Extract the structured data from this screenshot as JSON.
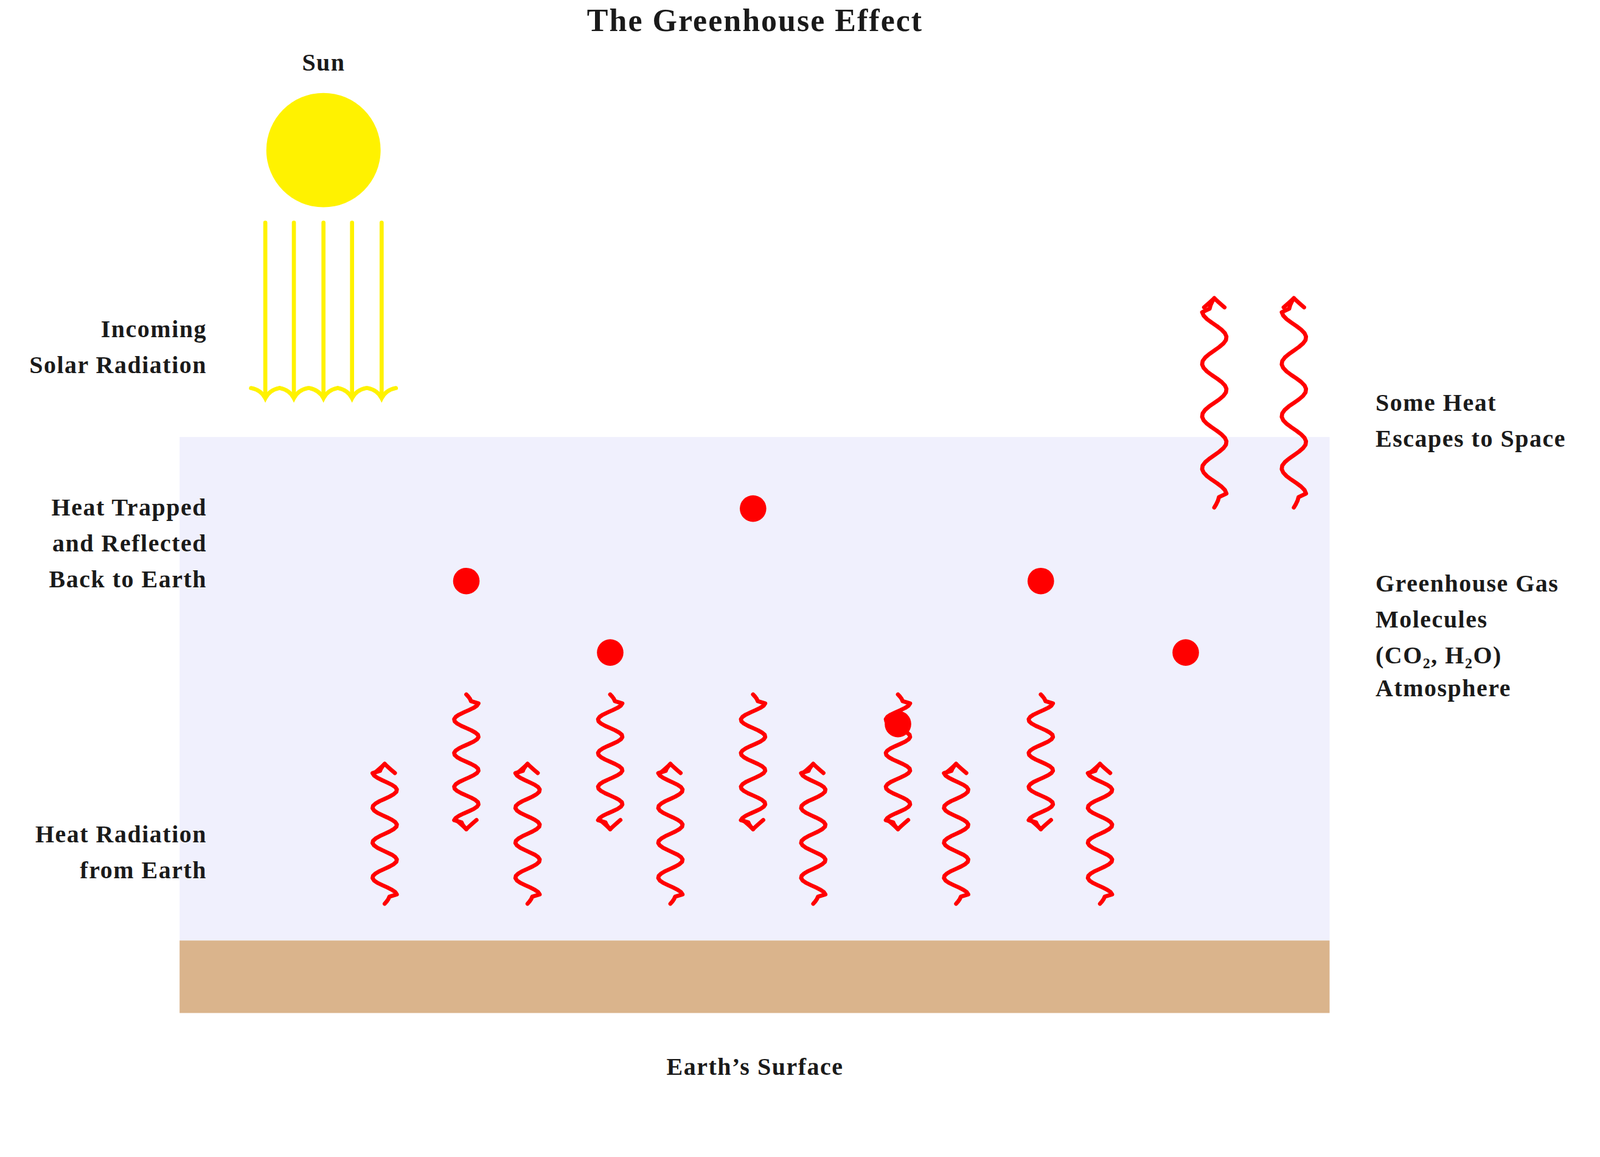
{
  "diagram": {
    "title": "The Greenhouse Effect",
    "labels": [
      "Sun",
      "Incoming Solar Radiation",
      "Some Heat Escapes to Space",
      "Heat Trapped and Reflected Back to Earth",
      "Greenhouse Gas Molecules (CO₂, H₂O)",
      "Atmosphere",
      "Heat Radiation from Earth",
      "Earth’s Surface"
    ]
  }
}
